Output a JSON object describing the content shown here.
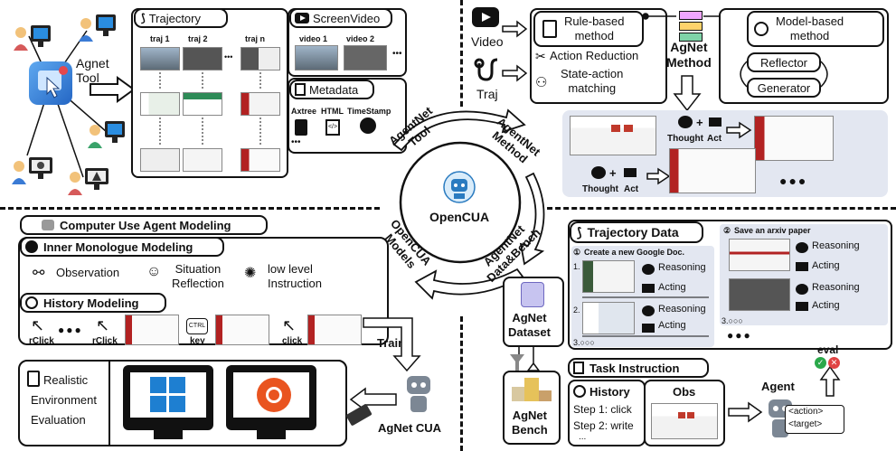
{
  "tl": {
    "agnet_tool": "Agnet\nTool",
    "trajectory": "Trajectory",
    "traj_cols": [
      "traj 1",
      "traj 2",
      "traj n"
    ],
    "screenvideo": "ScreenVideo",
    "video_cols": [
      "video 1",
      "video 2"
    ],
    "metadata": "Metadata",
    "meta_items": [
      "Axtree",
      "HTML",
      "TimeStamp"
    ],
    "dots": "•••"
  },
  "tr": {
    "video": "Video",
    "traj": "Traj",
    "rule_based": "Rule-based\nmethod",
    "action_reduction": "Action Reduction",
    "state_action": "State-action\nmatching",
    "agnet_method": "AgNet\nMethod",
    "model_based": "Model-based\nmethod",
    "reflector": "Reflector",
    "generator": "Generator",
    "thought": "Thought",
    "act": "Act",
    "plus": "+",
    "dots": "●●●"
  },
  "center": {
    "opencua": "OpenCUA",
    "ring_labels": [
      "AgentNet\nTool",
      "AgentNet\nMethod",
      "AgentNet\nData&Bench",
      "OpenCUA\nModels"
    ]
  },
  "bl": {
    "cua_modeling": "Computer Use Agent Modeling",
    "inner_monologue": "Inner Monologue Modeling",
    "observation": "Observation",
    "situation": "Situation\nReflection",
    "low_level": "low level\nInstruction",
    "history_modeling": "History Modeling",
    "rclick": "rClick",
    "ctrl": "CTRL",
    "key": "key",
    "click": "click",
    "dots": "●●●",
    "train": "Train",
    "realistic": "Realistic\nEnvironment\nEvaluation",
    "agnet_cua": "AgNet CUA"
  },
  "br": {
    "trajectory_data": "Trajectory Data",
    "task1": "Create a new Google Doc.",
    "task2": "Save an arxiv paper",
    "reasoning": "Reasoning",
    "acting": "Acting",
    "agnet_dataset": "AgNet\nDataset",
    "agnet_bench": "AgNet\nBench",
    "task_instruction": "Task Instruction",
    "history": "History",
    "step1": "Step 1: click",
    "step2": "Step 2: write",
    "ellipsis": "...",
    "obs": "Obs",
    "agent": "Agent",
    "eval": "eval",
    "action": "<action>",
    "target": "<target>",
    "dots": "●●●",
    "circ1": "①",
    "circ2": "②",
    "n1": "1.",
    "n2": "2.",
    "n3": "3.○○○"
  }
}
